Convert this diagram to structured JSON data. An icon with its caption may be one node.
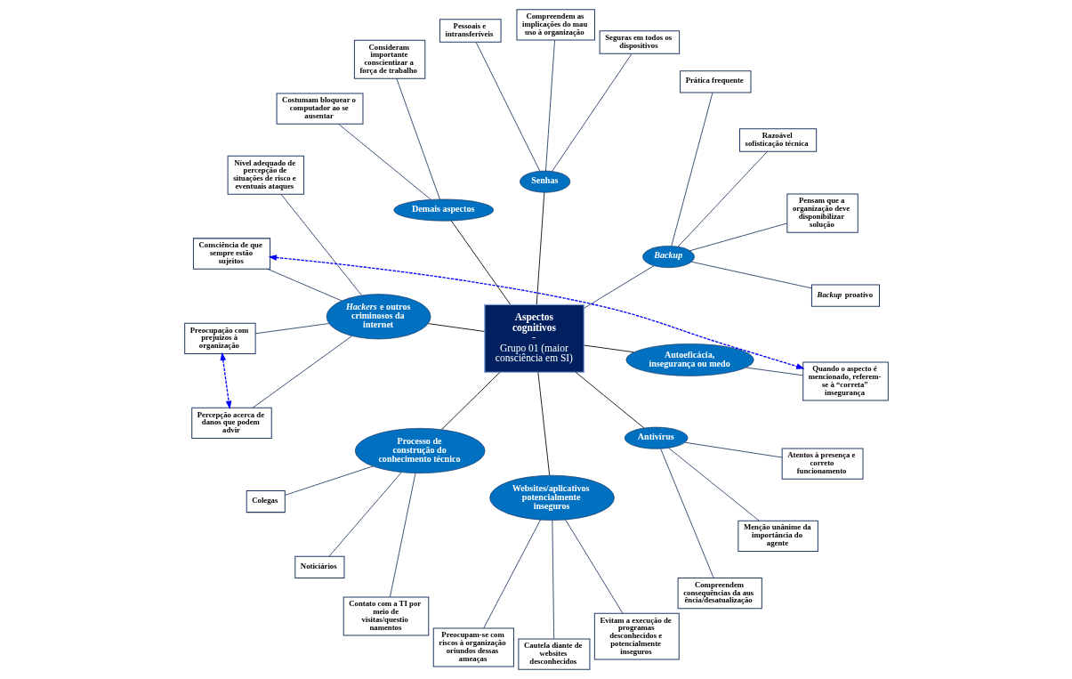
{
  "diagram": {
    "nodes": [
      {
        "text": [
          "Aspectos cognitivos",
          "-",
          "Grupo 01 (maior consciência em SI)"
        ]
      },
      {
        "text": [
          "Backup"
        ]
      },
      {
        "text": [
          "*Backup* proativo"
        ]
      },
      {
        "text": [
          "Pensam que a organização deve disponibilizar solução"
        ]
      },
      {
        "text": [
          "Razoável sofisticação técnica"
        ]
      },
      {
        "text": [
          "Prática frequente"
        ]
      },
      {
        "text": [
          "Senhas"
        ]
      },
      {
        "text": [
          "Seguras em todos os dispositivos"
        ]
      },
      {
        "text": [
          "Compreendem as implicações do mau uso à organização"
        ]
      },
      {
        "text": [
          "Pessoais e intransferíveis"
        ]
      },
      {
        "text": [
          "Demais aspectos"
        ]
      },
      {
        "text": [
          "Consideram importante conscientizar a força de trabalho"
        ]
      },
      {
        "text": [
          "Costumam bloquear o computador ao se ausentar"
        ]
      },
      {
        "text": [
          "*Hackers* e outros criminosos da internet"
        ]
      },
      {
        "text": [
          "Nível adequado de percepção de situações de risco e eventuais ataques"
        ]
      },
      {
        "text": [
          "Consciência de que sempre estão sujeitos"
        ]
      },
      {
        "text": [
          "Preocupação com prejuízos à organização"
        ]
      },
      {
        "text": [
          "Percepção acerca de danos que podem advir"
        ]
      },
      {
        "text": [
          "Processo de construção do conhecimento técnico"
        ]
      },
      {
        "text": [
          "Colegas"
        ]
      },
      {
        "text": [
          "Noticiários"
        ]
      },
      {
        "text": [
          "Contato com a TI por meio de visitas/questio namentos"
        ]
      },
      {
        "text": [
          "Websites/aplicativos potencialmente inseguros"
        ]
      },
      {
        "text": [
          "Preocupam-se com riscos à organização oriundos dessas ameaças"
        ]
      },
      {
        "text": [
          "Cautela diante de websites desconhecidos"
        ]
      },
      {
        "text": [
          "Evitam a execução de programas desconhecidos e potencialmente inseguros"
        ]
      },
      {
        "text": [
          "Antivírus"
        ]
      },
      {
        "text": [
          "Compreendem consequências da ausência/desatualização"
        ]
      },
      {
        "text": [
          "Menção unânime da importância do agente"
        ]
      },
      {
        "text": [
          "Atentos à presença e correto funcionamento"
        ]
      },
      {
        "text": [
          "Autoeficácia, insegurança ou medo"
        ]
      },
      {
        "text": [
          "Quando o aspecto é mencionado, referem-se à “correta” insegurança"
        ]
      }
    ],
    "edges": [
      {
        "from": 0,
        "to": 1,
        "arrow": "none"
      },
      {
        "from": 1,
        "to": 2,
        "arrow": "none"
      },
      {
        "from": 1,
        "to": 3,
        "arrow": "none"
      },
      {
        "from": 1,
        "to": 4,
        "arrow": "none"
      },
      {
        "from": 1,
        "to": 5,
        "arrow": "none"
      },
      {
        "from": 0,
        "to": 6,
        "arrow": "none",
        "color": "#000000"
      },
      {
        "from": 6,
        "to": 7,
        "arrow": "none"
      },
      {
        "from": 6,
        "to": 8,
        "arrow": "none"
      },
      {
        "from": 6,
        "to": 9,
        "arrow": "none"
      },
      {
        "from": 0,
        "to": 10,
        "arrow": "none",
        "color": "#000000"
      },
      {
        "from": 10,
        "to": 11,
        "arrow": "none"
      },
      {
        "from": 10,
        "to": 12,
        "arrow": "none"
      },
      {
        "from": 0,
        "to": 13,
        "arrow": "none",
        "color": "#000000"
      },
      {
        "from": 13,
        "to": 14,
        "arrow": "none"
      },
      {
        "from": 13,
        "to": 15,
        "arrow": "none"
      },
      {
        "from": 13,
        "to": 16,
        "arrow": "none"
      },
      {
        "from": 13,
        "to": 17,
        "arrow": "none"
      },
      {
        "from": 16,
        "to": 17,
        "arrow": "both",
        "style": "dashed",
        "color": "#0000ff"
      },
      {
        "from": 0,
        "to": 18,
        "arrow": "none",
        "color": "#000000"
      },
      {
        "from": 18,
        "to": 19,
        "arrow": "none"
      },
      {
        "from": 18,
        "to": 20,
        "arrow": "none"
      },
      {
        "from": 18,
        "to": 21,
        "arrow": "none"
      },
      {
        "from": 0,
        "to": 22,
        "arrow": "none",
        "color": "#000000"
      },
      {
        "from": 22,
        "to": 23,
        "arrow": "none"
      },
      {
        "from": 22,
        "to": 24,
        "arrow": "none"
      },
      {
        "from": 22,
        "to": 25,
        "arrow": "none"
      },
      {
        "from": 0,
        "to": 26,
        "arrow": "none",
        "color": "#000000"
      },
      {
        "from": 26,
        "to": 27,
        "arrow": "none"
      },
      {
        "from": 26,
        "to": 28,
        "arrow": "none"
      },
      {
        "from": 26,
        "to": 29,
        "arrow": "none"
      },
      {
        "from": 0,
        "to": 30,
        "arrow": "none",
        "color": "#000000"
      },
      {
        "from": 30,
        "to": 31,
        "arrow": "none"
      },
      {
        "from": 15,
        "to": 31,
        "arrow": "both",
        "style": "dashed",
        "color": "#0000ff"
      }
    ]
  }
}
